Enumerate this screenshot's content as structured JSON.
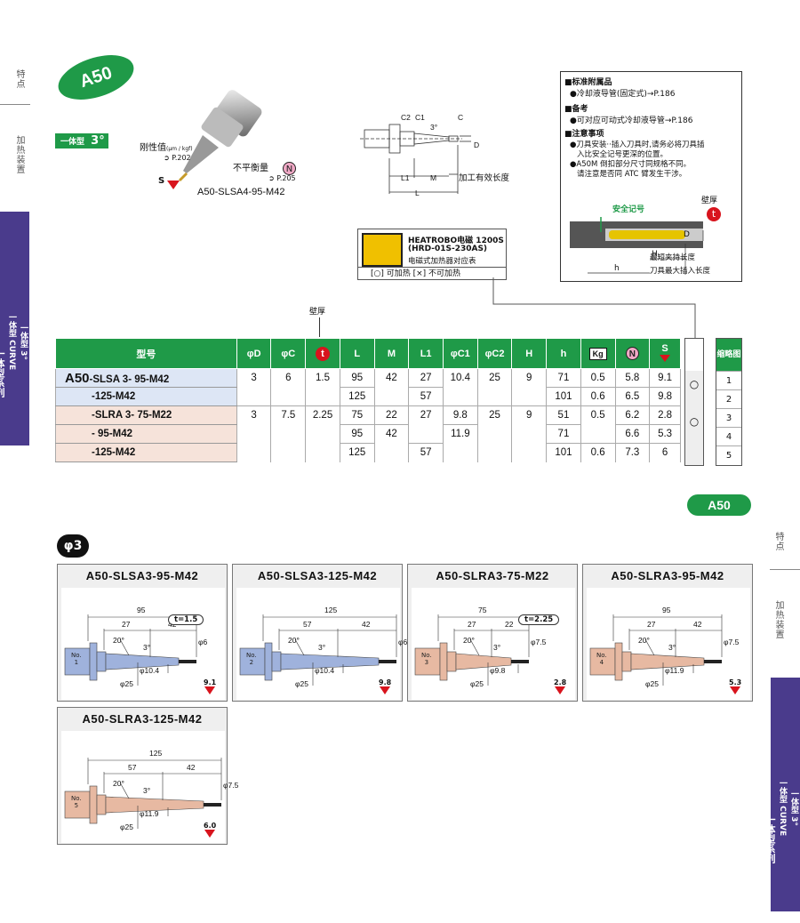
{
  "badge_main": "A50",
  "badge_second": "A50",
  "side_tabs": {
    "top": [
      "特点",
      "加热装置"
    ],
    "active_line1": "一体型 3°",
    "active_line2": "一体型 CURVE",
    "active_bottom": "一体型系列"
  },
  "product": {
    "type_label": "一体型",
    "angle": "3°",
    "rigidity_label": "刚性值",
    "rigidity_unit": "(μm / kgf)",
    "rigidity_ref": "P.202",
    "balance_label": "不平衡量",
    "balance_ref": "P.205",
    "s_label": "S",
    "n_label": "N",
    "model_caption": "A50-SLSA4-95-M42"
  },
  "diagram_labels": {
    "c2": "C2",
    "c1": "C1",
    "c": "C",
    "angle": "3°",
    "d": "D",
    "l1": "L1",
    "m": "M",
    "l": "L",
    "effective": "加工有效长度"
  },
  "heatrobo": {
    "line1": "HEATROBO电磁 1200S",
    "line2": "(HRD-01S-230AS)",
    "line3": "电磁式加热器对应表",
    "legend": "[○] 可加热   [×] 不可加热"
  },
  "notes": {
    "accessory_title": "■标准附属品",
    "accessory": "●冷却液导管(固定式)→P.186",
    "remark_title": "■备考",
    "remark": "●可对应可动式冷却液导管→P.186",
    "caution_title": "■注意事项",
    "caution1": "●刀具安装··插入刀具时,请务必将刀具插",
    "caution2": "入比安全记号更深的位置。",
    "caution3": "●A50M 倒扣部分尺寸同规格不同。",
    "caution4": "请注意是否同 ATC 臂发生干涉。",
    "wall": "壁厚",
    "safety": "安全记号",
    "h": "H",
    "hh": "h",
    "d": "D",
    "min_clamp": "最短夹持长度",
    "max_insert": "刀具最大插入长度",
    "t": "t"
  },
  "table_wall_label": "壁厚",
  "table": {
    "headers": [
      "型号",
      "φD",
      "φC",
      "t",
      "L",
      "M",
      "L1",
      "φC1",
      "φC2",
      "H",
      "h",
      "Kg",
      "N",
      "S"
    ],
    "heat_header": "",
    "sketch_header": "缩略图",
    "rows": [
      {
        "model": "A50-SLSA 3- 95-M42",
        "cells": [
          "3",
          "6",
          "1.5",
          "95",
          "42",
          "27",
          "10.4",
          "25",
          "9",
          "71",
          "0.5",
          "5.8",
          "9.1"
        ],
        "heat": "○",
        "no": "1",
        "color": "blue"
      },
      {
        "model": "-125-M42",
        "cells": [
          "",
          "",
          "",
          "125",
          "",
          "57",
          "",
          "",
          "",
          "101",
          "0.6",
          "6.5",
          "9.8"
        ],
        "heat": "",
        "no": "2",
        "color": "blue"
      },
      {
        "model": "-SLRA 3- 75-M22",
        "cells": [
          "3",
          "7.5",
          "2.25",
          "75",
          "22",
          "27",
          "9.8",
          "25",
          "9",
          "51",
          "0.5",
          "6.2",
          "2.8"
        ],
        "heat": "○",
        "no": "3",
        "color": "pink"
      },
      {
        "model": "- 95-M42",
        "cells": [
          "",
          "",
          "",
          "95",
          "42",
          "",
          "11.9",
          "",
          "",
          "71",
          "",
          "6.6",
          "5.3"
        ],
        "heat": "",
        "no": "4",
        "color": "pink"
      },
      {
        "model": "-125-M42",
        "cells": [
          "",
          "",
          "",
          "125",
          "",
          "57",
          "",
          "",
          "",
          "101",
          "0.6",
          "7.3",
          "6"
        ],
        "heat": "",
        "no": "5",
        "color": "pink"
      }
    ]
  },
  "phi_label": "φ3",
  "cards": [
    {
      "title": "A50-SLSA3-95-M42",
      "no": "No.\n1",
      "L": "95",
      "L1": "27",
      "M": "42",
      "angle1": "20°",
      "angle2": "3°",
      "t": "t=1.5",
      "D": "φ6",
      "C1": "φ10.4",
      "C2": "φ25",
      "s": "9.1",
      "color": "#9fb2dc"
    },
    {
      "title": "A50-SLSA3-125-M42",
      "no": "No.\n2",
      "L": "125",
      "L1": "57",
      "M": "42",
      "angle1": "20°",
      "angle2": "3°",
      "t": "",
      "D": "φ6",
      "C1": "φ10.4",
      "C2": "φ25",
      "s": "9.8",
      "color": "#9fb2dc"
    },
    {
      "title": "A50-SLRA3-75-M22",
      "no": "No.\n3",
      "L": "75",
      "L1": "27",
      "M": "22",
      "angle1": "20°",
      "angle2": "3°",
      "t": "t=2.25",
      "D": "φ7.5",
      "C1": "φ9.8",
      "C2": "φ25",
      "s": "2.8",
      "color": "#e7b9a2"
    },
    {
      "title": "A50-SLRA3-95-M42",
      "no": "No.\n4",
      "L": "95",
      "L1": "27",
      "M": "42",
      "angle1": "20°",
      "angle2": "3°",
      "t": "",
      "D": "φ7.5",
      "C1": "φ11.9",
      "C2": "φ25",
      "s": "5.3",
      "color": "#e7b9a2"
    },
    {
      "title": "A50-SLRA3-125-M42",
      "no": "No.\n5",
      "L": "125",
      "L1": "57",
      "M": "42",
      "angle1": "20°",
      "angle2": "3°",
      "t": "",
      "D": "φ7.5",
      "C1": "φ11.9",
      "C2": "φ25",
      "s": "6.0",
      "color": "#e7b9a2"
    }
  ]
}
